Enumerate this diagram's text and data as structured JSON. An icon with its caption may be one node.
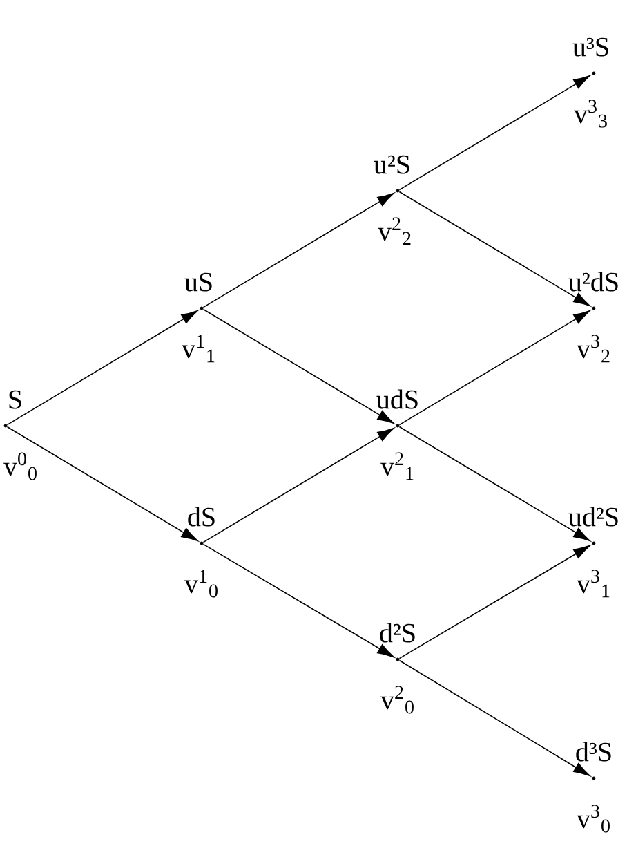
{
  "diagram": {
    "nodes": [
      {
        "text": [
          "S",
          "v$^{0}$$_{0}$"
        ]
      },
      {
        "text": [
          "uS",
          "v$^{1}$$_{1}$"
        ]
      },
      {
        "text": [
          "dS",
          "v$^{1}$$_{0}$"
        ]
      },
      {
        "text": [
          "u²S",
          "v$^{2}$$_{2}$"
        ]
      },
      {
        "text": [
          "udS",
          "v$^{2}$$_{1}$"
        ]
      },
      {
        "text": [
          "d²S",
          "v$^{2}$$_{0}$"
        ]
      },
      {
        "text": [
          "u³S",
          "v$^{3}$$_{3}$"
        ]
      },
      {
        "text": [
          "u²dS",
          "v$^{3}$$_{2}$"
        ]
      },
      {
        "text": [
          "ud²S",
          "v$^{3}$$_{1}$"
        ]
      },
      {
        "text": [
          "d³S",
          "v$^{3}$$_{0}$"
        ]
      }
    ],
    "edges": [
      {
        "from": 0,
        "to": 1,
        "arrow": "to"
      },
      {
        "from": 0,
        "to": 2,
        "arrow": "to"
      },
      {
        "from": 1,
        "to": 3,
        "arrow": "to"
      },
      {
        "from": 1,
        "to": 4,
        "arrow": "to"
      },
      {
        "from": 2,
        "to": 4,
        "arrow": "to"
      },
      {
        "from": 2,
        "to": 5,
        "arrow": "to"
      },
      {
        "from": 3,
        "to": 6,
        "arrow": "to"
      },
      {
        "from": 3,
        "to": 7,
        "arrow": "to"
      },
      {
        "from": 4,
        "to": 7,
        "arrow": "to"
      },
      {
        "from": 4,
        "to": 8,
        "arrow": "to"
      },
      {
        "from": 5,
        "to": 8,
        "arrow": "to"
      },
      {
        "from": 5,
        "to": 9,
        "arrow": "to"
      }
    ]
  }
}
